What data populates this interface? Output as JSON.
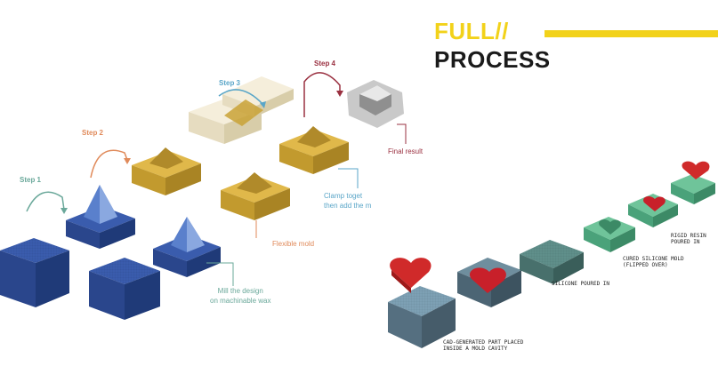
{
  "header": {
    "line1": "FULL//",
    "line2": "PROCESS"
  },
  "steps": {
    "step1": "Step 1",
    "step2": "Step 2",
    "step3": "Step 3",
    "step4": "Step 4"
  },
  "captions": {
    "mill": [
      "Mill the design",
      "on machinable wax"
    ],
    "flexible": "Flexible mold",
    "clamp": [
      "Clamp toget",
      "then add the m"
    ],
    "final": "Final result"
  },
  "right_captions": {
    "cad": [
      "CAD-GENERATED PART PLACED",
      "INSIDE A MOLD CAVITY"
    ],
    "silicone": "SILICONE POURED IN",
    "cured": [
      "CURED SILICONE MOLD",
      "(FLIPPED OVER)"
    ],
    "resin": [
      "RIGID RESIN",
      "POURED IN"
    ]
  },
  "colors": {
    "accent_yellow": "#f2d21a",
    "step1": "#6aa89a",
    "step2": "#e08a5a",
    "step3": "#5aa6c8",
    "step4": "#9a3040",
    "wax_blue": "#2e4f9a",
    "mold_gold": "#c9a236",
    "clamp_cream": "#efe6cc",
    "silicone_green": "#5fae8a",
    "resin_red": "#c8202a"
  }
}
